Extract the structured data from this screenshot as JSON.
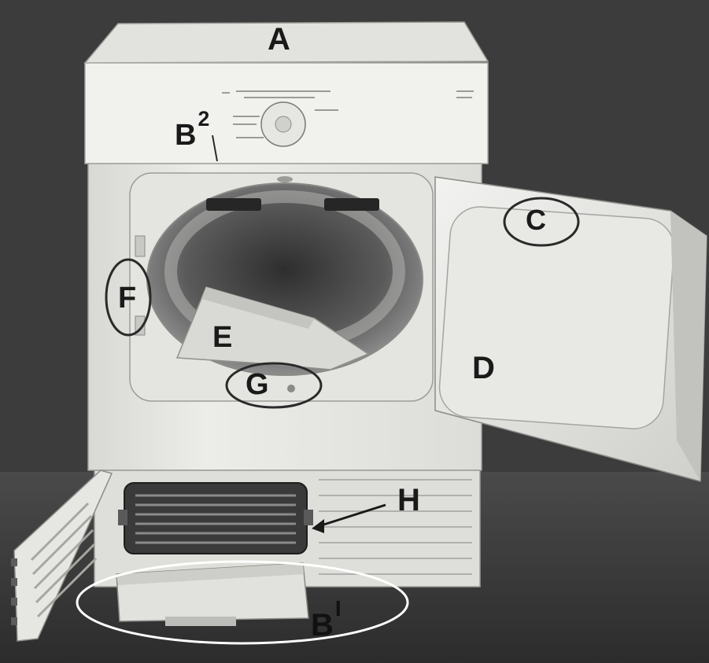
{
  "labels": {
    "a": "A",
    "b2_letter": "B",
    "b2_sup": "2",
    "c": "C",
    "d": "D",
    "e": "E",
    "f": "F",
    "g": "G",
    "h": "H",
    "b1_letter": "B",
    "b1_sup": "I"
  },
  "colors": {
    "background": "#3a3a3a",
    "appliance_body": "#e9e9e6",
    "label_text": "#1a1a1a",
    "callout_ring_dark": "#2a2a2a",
    "callout_ring_light": "#ffffff"
  }
}
